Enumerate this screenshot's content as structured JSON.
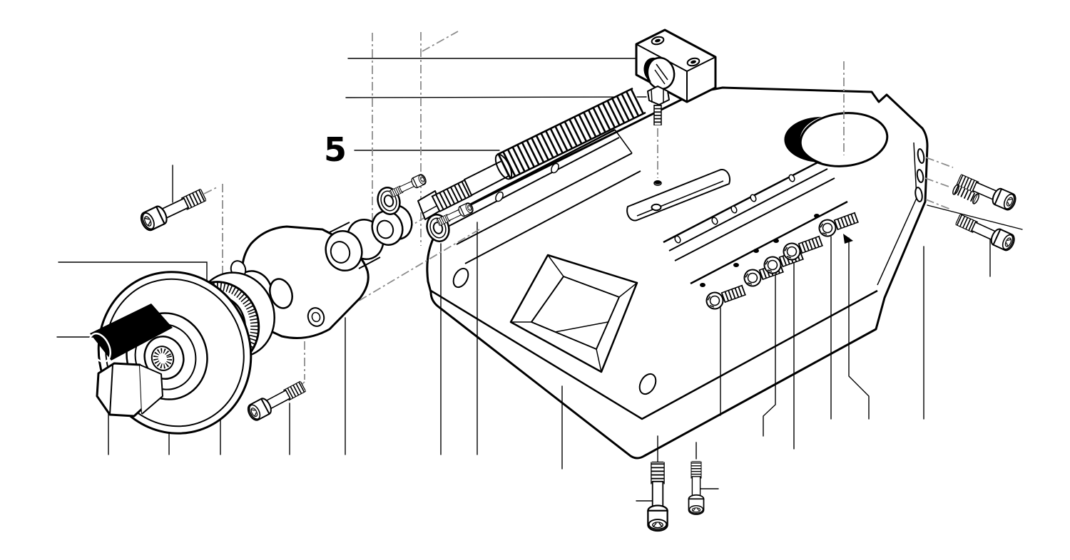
{
  "figure": {
    "kind": "exploded-view-technical-illustration",
    "subject": "machine vise assembly",
    "background_color": "#ffffff",
    "line_color": "#000000",
    "centerline_color": "#8c8c8c"
  },
  "callouts": {
    "item_label": "5"
  },
  "parts": [
    {
      "name": "vise-body",
      "description": "main cast body with base slots, pocket recess, spindle bore"
    },
    {
      "name": "lead-screw",
      "description": "threaded spindle, callout item 5"
    },
    {
      "name": "nut-block",
      "description": "block with threaded bore and two screw holes"
    },
    {
      "name": "hex-bolt",
      "description": "hex head bolt above body"
    },
    {
      "name": "handwheel",
      "description": "handwheel disc with threaded hub"
    },
    {
      "name": "handle-grip",
      "description": "black cylindrical crank grip"
    },
    {
      "name": "cap-nut",
      "description": "domed hex cap nut"
    },
    {
      "name": "dial-ring",
      "description": "knurled graduated collar"
    },
    {
      "name": "o-ring",
      "description": "black seal ring"
    },
    {
      "name": "bearing-flange",
      "description": "end bearing bracket with bolt holes"
    },
    {
      "name": "spacer-bushing",
      "description": "cylindrical spacer"
    },
    {
      "name": "thrust-bearing",
      "description": "bearing ring"
    },
    {
      "name": "washer",
      "description": "two flat washers"
    },
    {
      "name": "flange-screw",
      "description": "two small socket screws with washers"
    },
    {
      "name": "socket-screw-top-left",
      "description": "socket head cap screw"
    },
    {
      "name": "socket-screw-front",
      "description": "socket head cap screw"
    },
    {
      "name": "gib-screw",
      "description": "five small pan head screws on guide strip"
    },
    {
      "name": "side-screw",
      "description": "two socket head cap screws, right side"
    },
    {
      "name": "set-screw",
      "description": "small threaded stud, right side"
    },
    {
      "name": "base-screw",
      "description": "two vertical socket head cap screws, bottom"
    }
  ]
}
